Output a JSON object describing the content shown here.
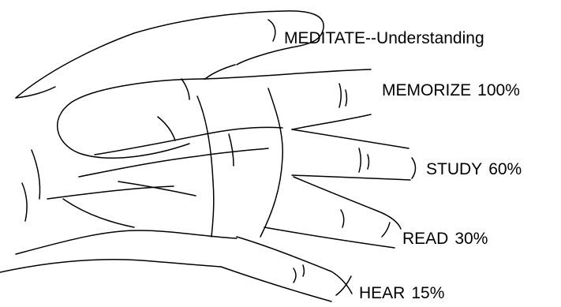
{
  "labels": {
    "meditate": {
      "word": "MEDITATE--Understanding",
      "pct": ""
    },
    "memorize": {
      "word": "MEMORIZE",
      "pct": "100%"
    },
    "study": {
      "word": "STUDY",
      "pct": "60%"
    },
    "read": {
      "word": "READ",
      "pct": "30%"
    },
    "hear": {
      "word": "HEAR",
      "pct": "15%"
    }
  },
  "colors": {
    "ink": "#000000",
    "background": "#ffffff"
  }
}
